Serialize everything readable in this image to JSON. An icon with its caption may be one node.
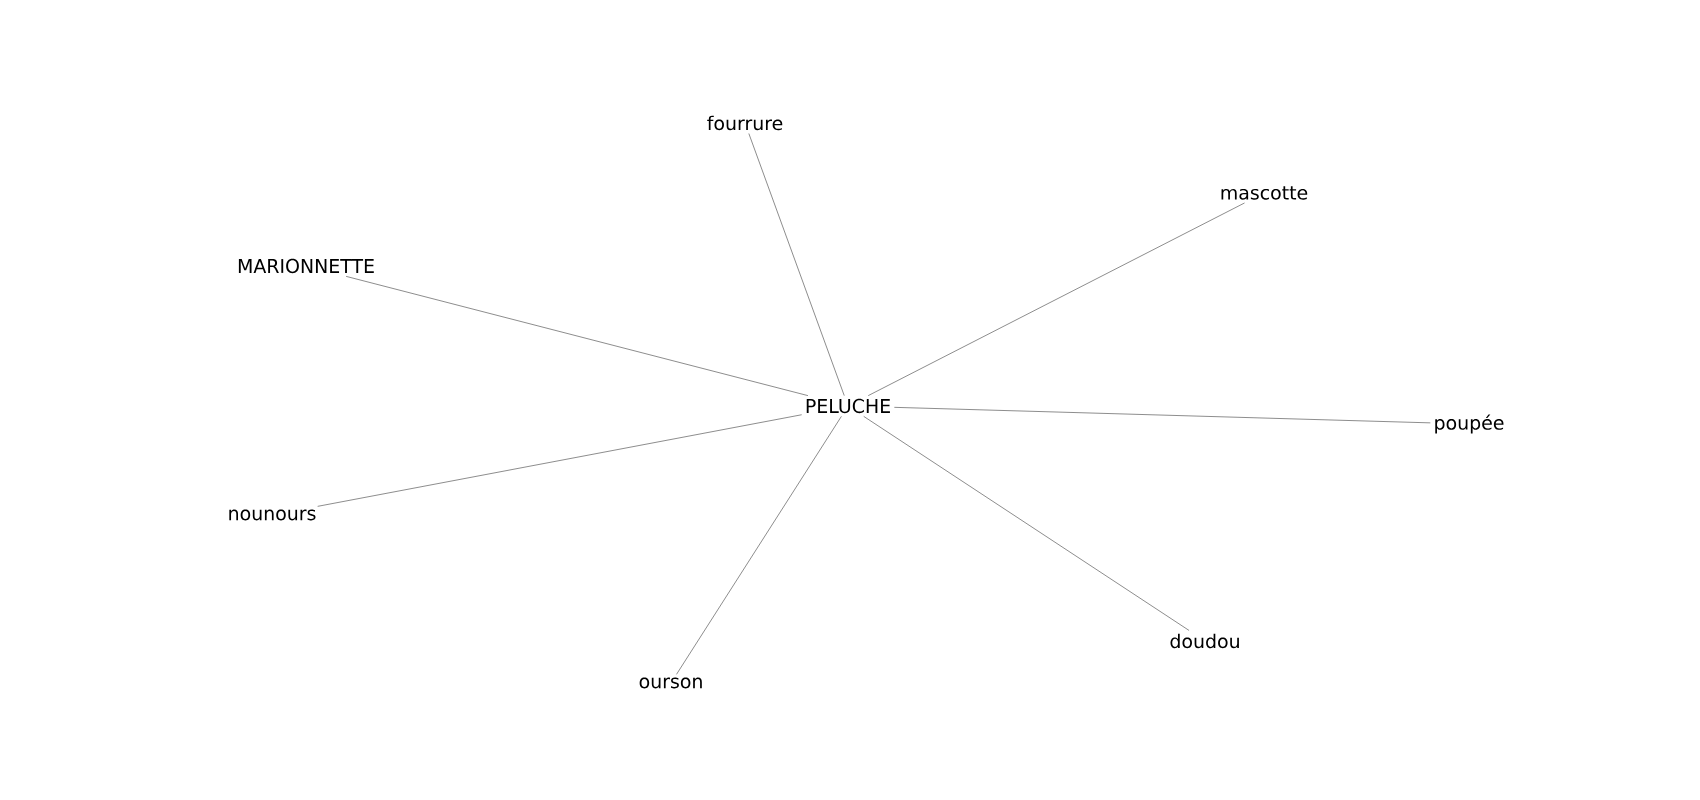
{
  "diagram": {
    "nodes": [
      {
        "text": [
          "fourrure"
        ]
      },
      {
        "text": [
          "mascotte"
        ]
      },
      {
        "text": [
          "MARIONNETTE"
        ]
      },
      {
        "text": [
          "PELUCHE"
        ]
      },
      {
        "text": [
          "poupée"
        ]
      },
      {
        "text": [
          "nounours"
        ]
      },
      {
        "text": [
          "doudou"
        ]
      },
      {
        "text": [
          "ourson"
        ]
      }
    ],
    "edges": [
      {
        "from": 3,
        "to": 0,
        "arrow": "none"
      },
      {
        "from": 3,
        "to": 1,
        "arrow": "none"
      },
      {
        "from": 3,
        "to": 2,
        "arrow": "none"
      },
      {
        "from": 3,
        "to": 4,
        "arrow": "none"
      },
      {
        "from": 3,
        "to": 5,
        "arrow": "none"
      },
      {
        "from": 3,
        "to": 6,
        "arrow": "none"
      },
      {
        "from": 3,
        "to": 7,
        "arrow": "none"
      }
    ]
  }
}
